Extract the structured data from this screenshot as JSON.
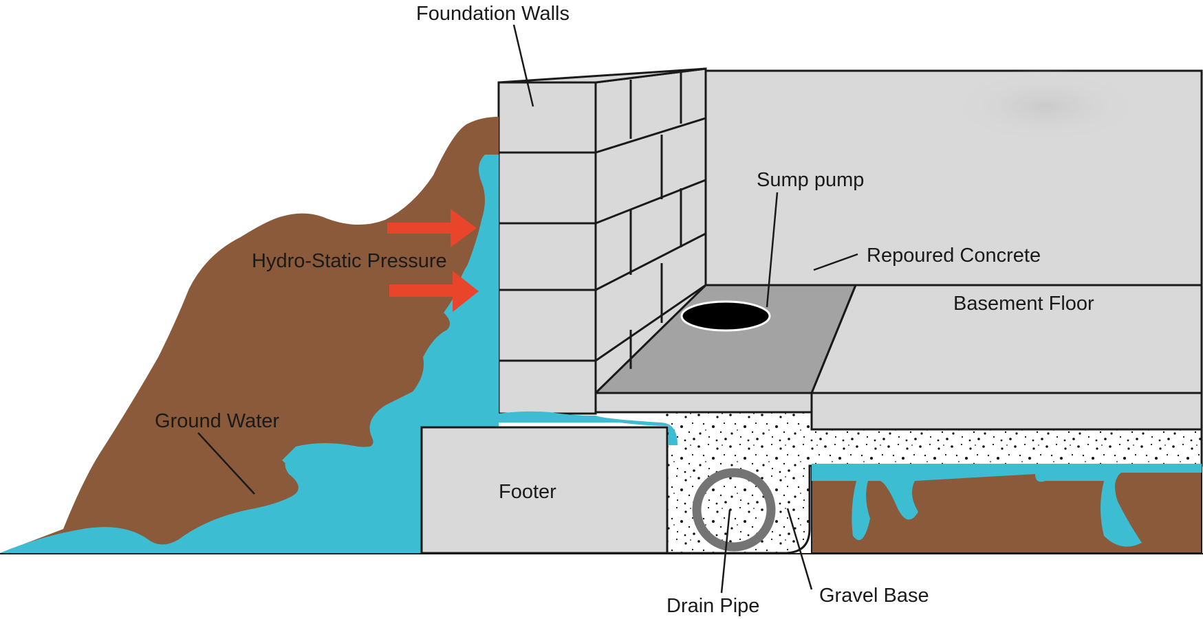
{
  "labels": {
    "foundation_walls": "Foundation Walls",
    "sump_pump": "Sump pump",
    "repoured_concrete": "Repoured Concrete",
    "basement_floor": "Basement Floor",
    "hydrostatic_pressure": "Hydro-Static Pressure",
    "ground_water": "Ground Water",
    "footer": "Footer",
    "drain_pipe": "Drain Pipe",
    "gravel_base": "Gravel Base"
  },
  "colors": {
    "soil": "#8a5a3a",
    "water": "#3cbdd2",
    "concrete": "#d9d9d9",
    "repoured_concrete": "#a3a3a3",
    "arrow": "#e8452a",
    "outline": "#1a1a1a",
    "pipe": "#747474"
  }
}
